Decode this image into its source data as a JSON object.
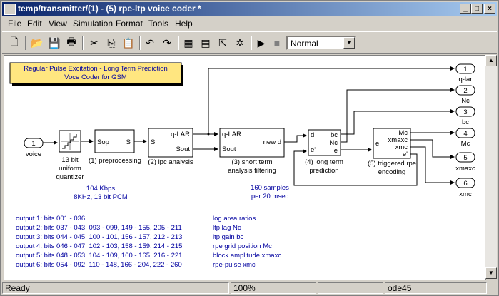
{
  "window": {
    "title": "temp/transmitter/(1) - (5) rpe-ltp voice coder *"
  },
  "menus": [
    "File",
    "Edit",
    "View",
    "Simulation",
    "Format",
    "Tools",
    "Help"
  ],
  "toolbar": {
    "mode_select": "Normal"
  },
  "diagram": {
    "header_note_line1": "Regular Pulse Excitation - Long Term Prediction",
    "header_note_line2": "Voce Coder for GSM",
    "inport": {
      "num": "1",
      "label": "voice"
    },
    "quantizer": {
      "label1": "13 bit",
      "label2": "uniform",
      "label3": "quantizer"
    },
    "preprocessing": {
      "in": "Sop",
      "out": "S",
      "label": "(1) preprocessing"
    },
    "lpc": {
      "in": "S",
      "out1": "q-LAR",
      "out2": "Sout",
      "label": "(2) lpc analysis"
    },
    "short_term": {
      "in1": "q-LAR",
      "in2": "Sout",
      "out": "new d",
      "label1": "(3) short term",
      "label2": "analysis filtering"
    },
    "long_term": {
      "in1": "d",
      "in2": "e'",
      "out1": "bc",
      "out2": "Nc",
      "out3": "e",
      "label1": "(4) long term",
      "label2": "prediction"
    },
    "rpe": {
      "in": "e",
      "out1": "Mc",
      "out2": "xmaxc",
      "out3": "xmc",
      "out4": "e'",
      "label1": "(5) triggered rpe",
      "label2": "encoding"
    },
    "outports": [
      {
        "num": "1",
        "label": "q-lar"
      },
      {
        "num": "2",
        "label": "Nc"
      },
      {
        "num": "3",
        "label": "bc"
      },
      {
        "num": "4",
        "label": "Mc"
      },
      {
        "num": "5",
        "label": "xmaxc"
      },
      {
        "num": "6",
        "label": "xmc"
      }
    ],
    "rate_note_line1": "104 Kbps",
    "rate_note_line2": "8KHz, 13 bit PCM",
    "samples_note_line1": "160 samples",
    "samples_note_line2": "per 20 msec",
    "output_bits": [
      "output 1: bits 001 - 036",
      "output 2: bits 037 - 043, 093 - 099, 149 - 155, 205 - 211",
      "output 3: bits 044 - 045, 100 - 101, 156 - 157, 212 - 213",
      "output 4: bits 046 - 047, 102 - 103, 158 - 159, 214 - 215",
      "output 5: bits 048 - 053, 104 - 109, 160 - 165, 216 - 221",
      "output 6: bits 054 - 092, 110 - 148, 166 - 204, 222 - 260"
    ],
    "output_desc": [
      "log area ratios",
      "ltp lag Nc",
      "ltp gain bc",
      "rpe grid position Mc",
      "block amplitude xmaxc",
      "rpe-pulse xmc"
    ]
  },
  "status": {
    "text": "Ready",
    "zoom": "100%",
    "solver": "ode45"
  }
}
